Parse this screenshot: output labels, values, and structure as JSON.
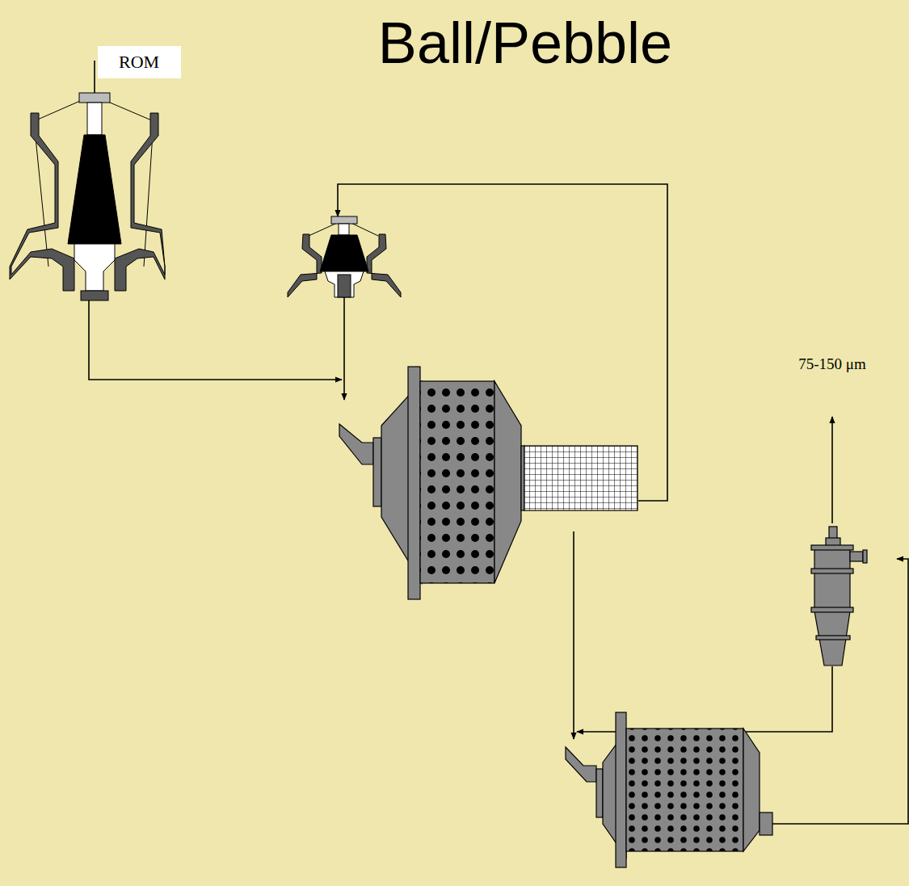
{
  "diagram": {
    "title": "Ball/Pebble",
    "nodes": [
      {
        "text": [
          "ROM"
        ]
      }
    ],
    "labels": [
      "75-150 μm"
    ]
  }
}
